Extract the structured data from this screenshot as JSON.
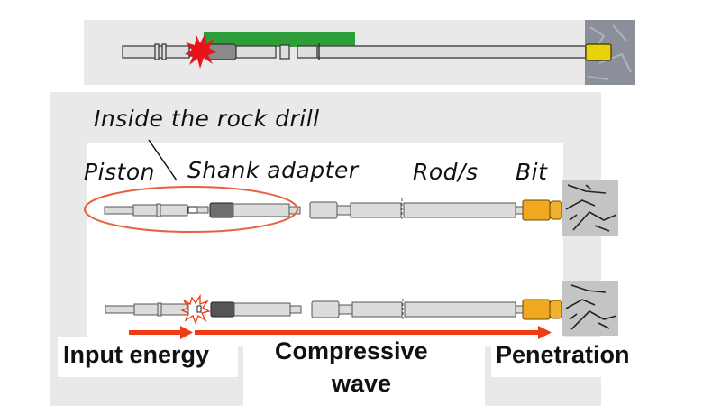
{
  "top_panel": {
    "description": "Piston impacting shank adapter; green bar marks stress wave; bit at rock",
    "colors": {
      "panel": "#e9e9e9",
      "wave": "#2e9e3a",
      "impact": "#e8141c",
      "bit": "#e8d20a",
      "rock": "#8b8f99"
    }
  },
  "labels": {
    "inside": "Inside the rock drill",
    "piston": "Piston",
    "shank": "Shank adapter",
    "rods": "Rod/s",
    "bit": "Bit"
  },
  "bottom_labels": {
    "input": "Input energy",
    "compressive_line1": "Compressive",
    "compressive_line2": "wave",
    "penetration": "Penetration"
  },
  "colors": {
    "circle": "#e8603c",
    "arrow": "#f03c14",
    "bit": "#f0a820",
    "rock": "#c4c4c4",
    "steel": "#dcdcdc",
    "outline": "#555555"
  }
}
